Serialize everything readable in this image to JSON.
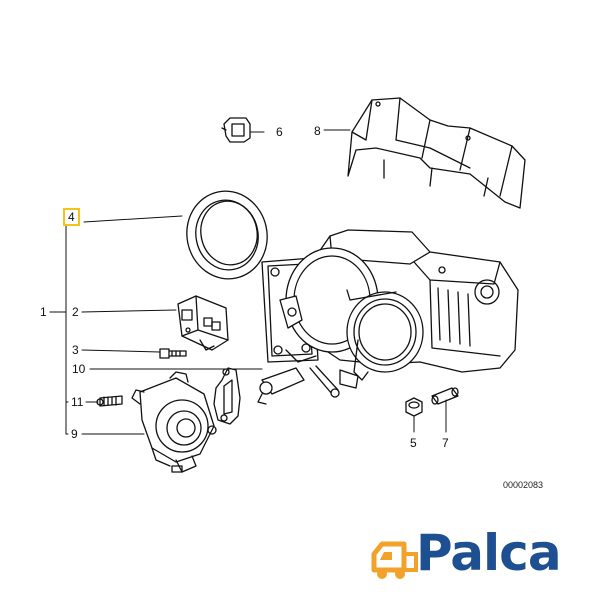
{
  "diagram": {
    "callouts": {
      "c1": "1",
      "c2": "2",
      "c3": "3",
      "c4": "4",
      "c5": "5",
      "c6": "6",
      "c7": "7",
      "c8": "8",
      "c9": "9",
      "c10": "10",
      "c11": "11"
    },
    "highlighted_callout": "4",
    "reference_number": "00002083"
  },
  "brand": {
    "logo_text": "Palca",
    "primary_color": "#1d4f91",
    "accent_color": "#f2a22a",
    "highlight_color": "#f2c41a"
  }
}
